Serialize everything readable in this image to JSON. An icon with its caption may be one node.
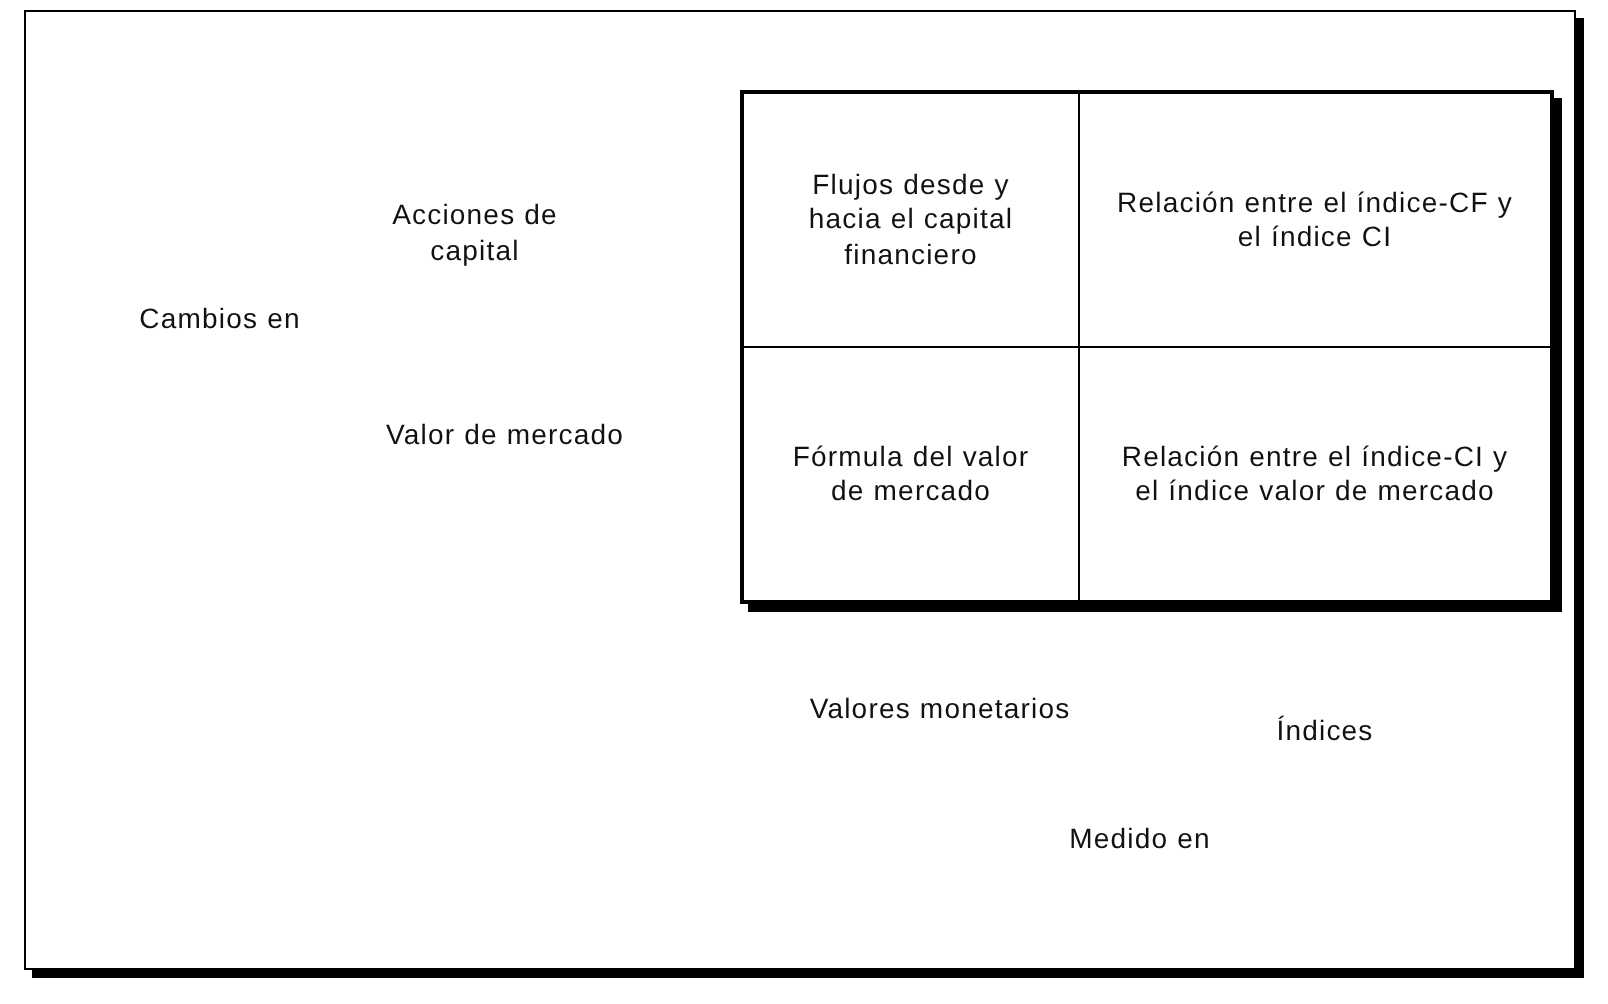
{
  "diagram": {
    "nodes": [
      {
        "text": [
          "Flujos desde y hacia el capital financiero"
        ]
      },
      {
        "text": [
          "Relación entre el índice-CF y el índice CI"
        ]
      },
      {
        "text": [
          "Fórmula del valor de mercado"
        ]
      },
      {
        "text": [
          "Relación entre el índice-CI y el índice valor de mercado"
        ]
      }
    ],
    "labels": [
      "Acciones de capital",
      "Cambios en",
      "Valor de mercado",
      "Valores monetarios",
      "Índices",
      "Medido en"
    ]
  }
}
